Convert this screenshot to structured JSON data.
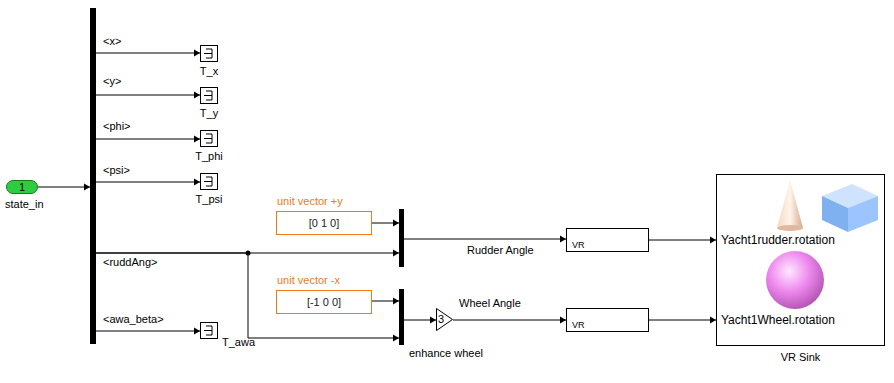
{
  "diagram": {
    "nodes": [
      {
        "text": [
          "1",
          "state_in"
        ]
      },
      {
        "text": [
          "<x>",
          "<y>",
          "<phi>",
          "<psi>",
          "<ruddAng>",
          "<awa_beta>"
        ]
      },
      {
        "text": [
          "T_x"
        ]
      },
      {
        "text": [
          "T_y"
        ]
      },
      {
        "text": [
          "T_phi"
        ]
      },
      {
        "text": [
          "T_psi"
        ]
      },
      {
        "text": [
          "unit vector +y",
          "[0 1 0]"
        ]
      },
      {
        "text": []
      },
      {
        "text": [
          "VR"
        ]
      },
      {
        "text": [
          "VR Sink",
          "Yacht1rudder.rotation",
          "Yacht1Wheel.rotation"
        ]
      },
      {
        "text": [
          "unit vector -x",
          "[-1 0 0]"
        ]
      },
      {
        "text": [
          "enhance wheel"
        ]
      },
      {
        "text": [
          "3"
        ]
      },
      {
        "text": [
          "VR"
        ]
      },
      {
        "text": [
          "T_awa"
        ]
      }
    ],
    "edges": [
      {
        "from": 0,
        "to": 1,
        "arrow": "to"
      },
      {
        "from": 1,
        "to": 2,
        "arrow": "to"
      },
      {
        "from": 1,
        "to": 3,
        "arrow": "to"
      },
      {
        "from": 1,
        "to": 4,
        "arrow": "to"
      },
      {
        "from": 1,
        "to": 5,
        "arrow": "to"
      },
      {
        "from": 1,
        "to": 7,
        "arrow": "to"
      },
      {
        "from": 1,
        "to": 11,
        "arrow": "to"
      },
      {
        "from": 1,
        "to": 14,
        "arrow": "to"
      },
      {
        "from": 6,
        "to": 7,
        "arrow": "to"
      },
      {
        "from": 10,
        "to": 11,
        "arrow": "to"
      },
      {
        "from": 7,
        "to": 8,
        "label": "Rudder Angle",
        "arrow": "to"
      },
      {
        "from": 11,
        "to": 12,
        "arrow": "to"
      },
      {
        "from": 12,
        "to": 13,
        "label": "Wheel Angle",
        "arrow": "to"
      },
      {
        "from": 8,
        "to": 9,
        "arrow": "to"
      },
      {
        "from": 13,
        "to": 9,
        "arrow": "to"
      }
    ]
  }
}
